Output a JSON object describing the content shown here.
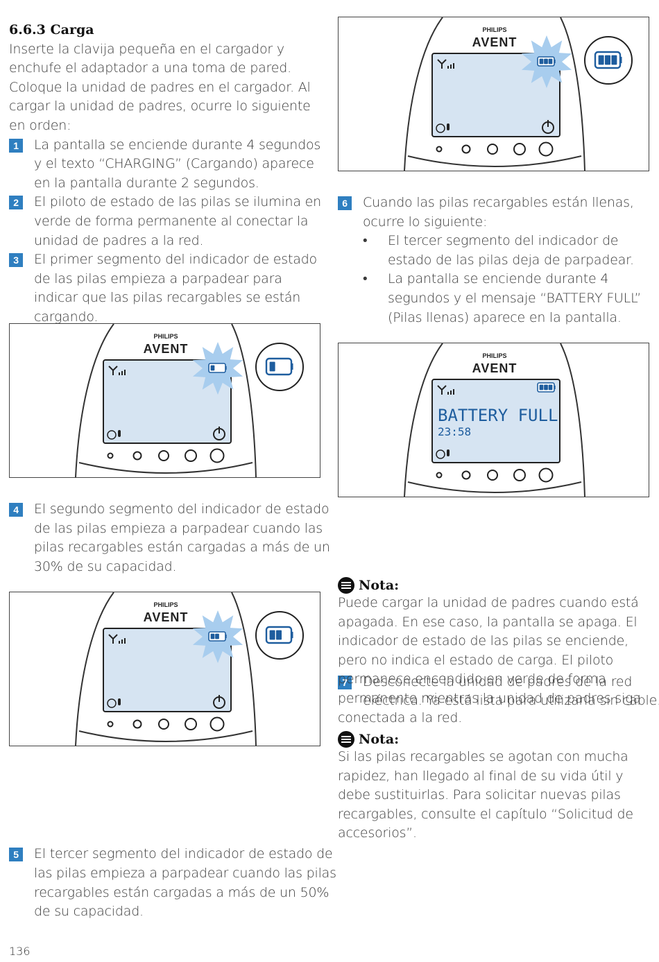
{
  "section_title": "6.6.3 Carga",
  "intro": " Inserte la clavija pequeña en el cargador y enchufe el adaptador a una toma de pared. Coloque la unidad de padres en el cargador. Al cargar la unidad de padres, ocurre lo siguiente en orden:",
  "steps_left_top": [
    {
      "num": "1",
      "text": "La pantalla se enciende durante 4 segundos y el texto “CHARGING” (Cargando) aparece en la pantalla durante 2 segundos."
    },
    {
      "num": "2",
      "text": "El piloto de estado de las pilas se ilumina en verde de forma permanente al conectar la unidad de padres a la red."
    },
    {
      "num": "3",
      "text": " El primer segmento del indicador de estado de las pilas empieza a parpadear para indicar que las pilas recargables se están cargando."
    }
  ],
  "step4": {
    "num": "4",
    "text": "El segundo segmento del indicador de estado de las pilas empieza a parpadear cuando las pilas recargables están cargadas a más de un 30% de su capacidad."
  },
  "step5": {
    "num": "5",
    "text": "El tercer segmento del indicador de estado de las pilas empieza a parpadear cuando las pilas recargables están cargadas a más de un 50% de su capacidad."
  },
  "step6": {
    "num": "6",
    "text": "Cuando las pilas recargables están llenas, ocurre lo siguiente:",
    "bullets": [
      "El tercer segmento del indicador de estado de las pilas deja de parpadear.",
      "La pantalla se enciende durante 4 segundos y el mensaje “BATTERY FULL” (Pilas llenas) aparece en la pantalla."
    ]
  },
  "step7": {
    "num": "7",
    "text": "Desconecte la unidad de padres de la red eléctrica. Ya está lista para utilizarla sin cable."
  },
  "notes": [
    {
      "title": "Nota:",
      "text": "Puede cargar la unidad de padres cuando está apagada. En ese caso, la pantalla se apaga. El indicador de estado de las pilas se enciende, pero no indica el estado de carga. El piloto permanece encendido en verde de forma permanente mientras la unidad de padres siga conectada a la red."
    },
    {
      "title": "Nota:",
      "text": "Si las pilas recargables se agotan con mucha rapidez, han llegado al final de su vida útil y debe sustituirlas. Para solicitar nuevas pilas recargables, consulte el capítulo “Solicitud de accesorios”."
    }
  ],
  "device": {
    "brand_top": "PHILIPS",
    "brand_main": "AVENT"
  },
  "display_text": {
    "line1": "BATTERY FULL",
    "line2": "23:58"
  },
  "figures": [
    {
      "battery_segments": 3,
      "callout": true
    },
    {
      "battery_segments": 1,
      "callout": true
    },
    {
      "battery_segments": 2,
      "callout": true
    },
    {
      "battery_segments": 3,
      "callout": false
    }
  ],
  "page_number": "136",
  "colors": {
    "accent": "#2f7fc0",
    "screen": "#d6e4f2",
    "burst": "#a8cdee"
  }
}
